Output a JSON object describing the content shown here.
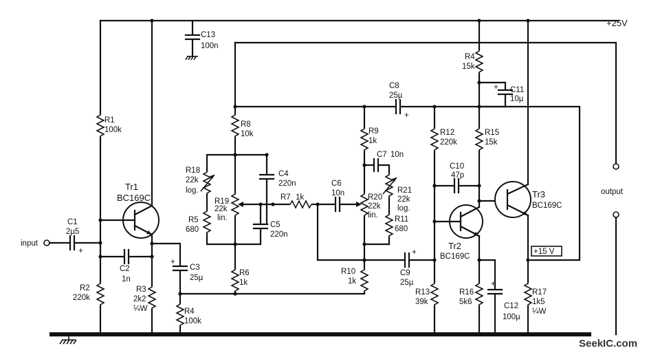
{
  "supply": "+25V",
  "input_label": "input",
  "output_label": "output",
  "ref_15v": "+15 V",
  "watermark": "SeekIC.com",
  "transistors": [
    {
      "id": "tr1",
      "name": "Tr1",
      "type": "BC169C"
    },
    {
      "id": "tr2",
      "name": "Tr2",
      "type": "BC169C"
    },
    {
      "id": "tr3",
      "name": "Tr3",
      "type": "BC169C"
    }
  ],
  "resistors": [
    {
      "id": "r1",
      "name": "R1",
      "value": "100k"
    },
    {
      "id": "r2",
      "name": "R2",
      "value": "220k"
    },
    {
      "id": "r3",
      "name": "R3",
      "value": "2k2",
      "note": "¼W"
    },
    {
      "id": "r4a",
      "name": "R4",
      "value": "100k"
    },
    {
      "id": "r4b",
      "name": "R4",
      "value": "15k"
    },
    {
      "id": "r5",
      "name": "R5",
      "value": "680"
    },
    {
      "id": "r6",
      "name": "R6",
      "value": "1k"
    },
    {
      "id": "r7",
      "name": "R7",
      "value": "1k"
    },
    {
      "id": "r8",
      "name": "R8",
      "value": "10k"
    },
    {
      "id": "r9",
      "name": "R9",
      "value": "1k"
    },
    {
      "id": "r10",
      "name": "R10",
      "value": "1k"
    },
    {
      "id": "r11",
      "name": "R11",
      "value": "680"
    },
    {
      "id": "r12",
      "name": "R12",
      "value": "220k"
    },
    {
      "id": "r13",
      "name": "R13",
      "value": "39k"
    },
    {
      "id": "r15",
      "name": "R15",
      "value": "15k"
    },
    {
      "id": "r16",
      "name": "R16",
      "value": "5k6"
    },
    {
      "id": "r17",
      "name": "R17",
      "value": "1k5",
      "note": "¼W"
    },
    {
      "id": "r18",
      "name": "R18",
      "value": "22k",
      "note": "log."
    },
    {
      "id": "r19",
      "name": "R19",
      "value": "22k",
      "note": "lin."
    },
    {
      "id": "r20",
      "name": "R20",
      "value": "22k",
      "note": "lin."
    },
    {
      "id": "r21",
      "name": "R21",
      "value": "22k",
      "note": "log."
    }
  ],
  "capacitors": [
    {
      "id": "c1",
      "name": "C1",
      "value": "2µ5"
    },
    {
      "id": "c2",
      "name": "C2",
      "value": "1n"
    },
    {
      "id": "c3",
      "name": "C3",
      "value": "25µ"
    },
    {
      "id": "c4",
      "name": "C4",
      "value": "220n"
    },
    {
      "id": "c5",
      "name": "C5",
      "value": "220n"
    },
    {
      "id": "c6",
      "name": "C6",
      "value": "10n"
    },
    {
      "id": "c7",
      "name": "C7",
      "value": "10n"
    },
    {
      "id": "c8",
      "name": "C8",
      "value": "25µ"
    },
    {
      "id": "c9",
      "name": "C9",
      "value": "25µ"
    },
    {
      "id": "c10",
      "name": "C10",
      "value": "47p"
    },
    {
      "id": "c11",
      "name": "C11",
      "value": "10µ"
    },
    {
      "id": "c12",
      "name": "C12",
      "value": "100µ"
    },
    {
      "id": "c13",
      "name": "C13",
      "value": "100n"
    }
  ]
}
